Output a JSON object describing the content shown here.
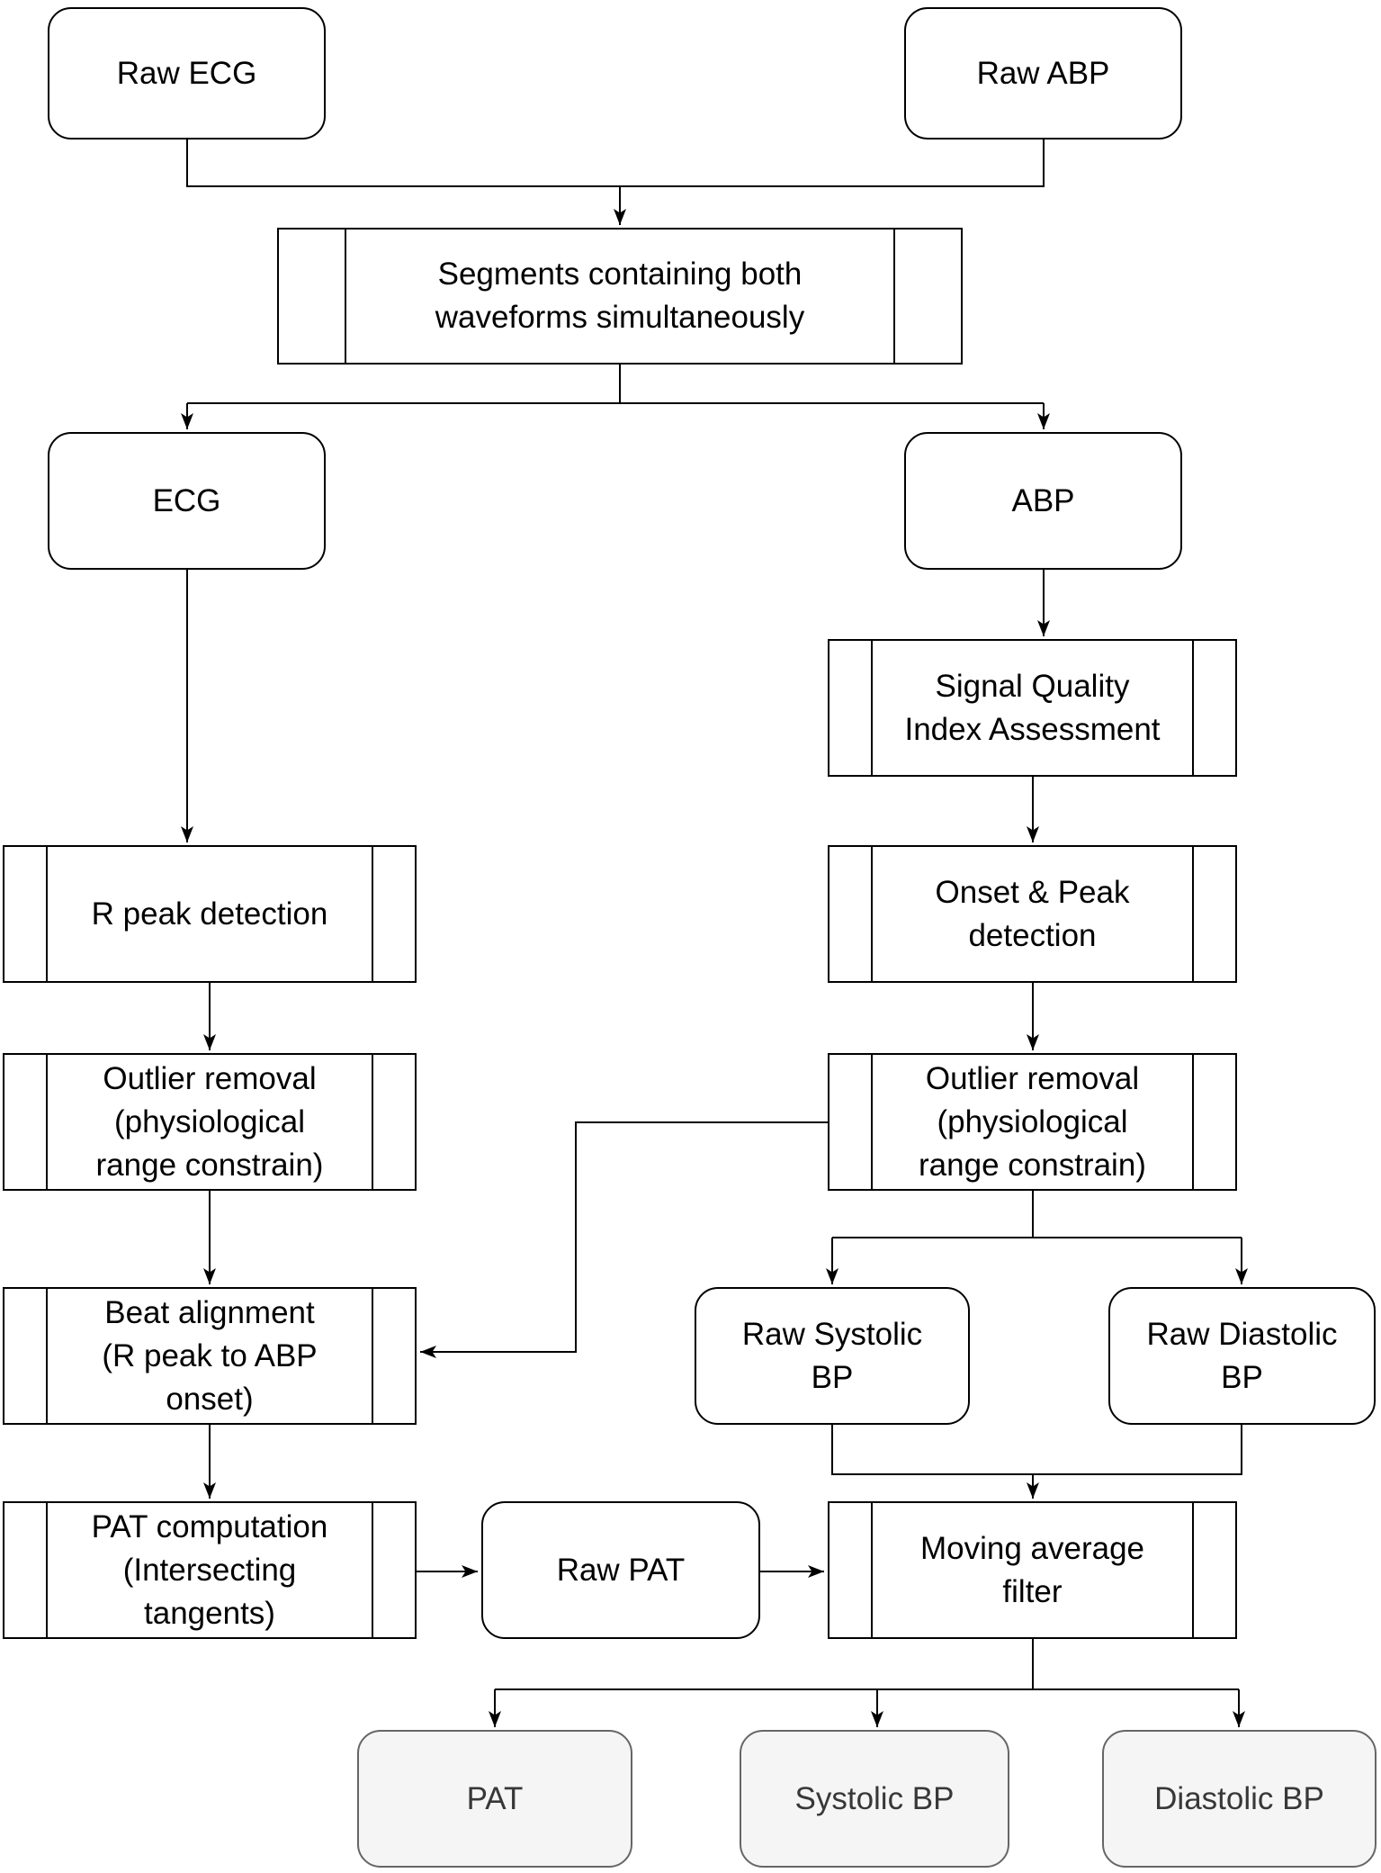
{
  "diagram": {
    "type": "flowchart",
    "colors": {
      "line": "#000000",
      "process_fill": "#ffffff",
      "process_border": "#000000",
      "terminal_fill": "#f5f5f5",
      "terminal_border": "#666666",
      "terminal_text": "#383838"
    },
    "nodes": [
      {
        "id": "raw-ecg",
        "shape": "rounded",
        "label": "Raw ECG"
      },
      {
        "id": "raw-abp",
        "shape": "rounded",
        "label": "Raw ABP"
      },
      {
        "id": "segments",
        "shape": "process",
        "label": "Segments containing both\nwaveforms simultaneously"
      },
      {
        "id": "ecg",
        "shape": "rounded",
        "label": "ECG"
      },
      {
        "id": "abp",
        "shape": "rounded",
        "label": "ABP"
      },
      {
        "id": "sqi",
        "shape": "process",
        "label": "Signal Quality\nIndex Assessment"
      },
      {
        "id": "r-peak",
        "shape": "process",
        "label": "R peak detection"
      },
      {
        "id": "onset-peak",
        "shape": "process",
        "label": "Onset & Peak\ndetection"
      },
      {
        "id": "outlier-ecg",
        "shape": "process",
        "label": "Outlier removal\n(physiological\nrange constrain)"
      },
      {
        "id": "outlier-abp",
        "shape": "process",
        "label": "Outlier removal\n(physiological\nrange constrain)"
      },
      {
        "id": "beat-alignment",
        "shape": "process",
        "label": "Beat alignment\n(R peak to ABP\nonset)"
      },
      {
        "id": "raw-systolic",
        "shape": "rounded",
        "label": "Raw Systolic\nBP"
      },
      {
        "id": "raw-diastolic",
        "shape": "rounded",
        "label": "Raw Diastolic\nBP"
      },
      {
        "id": "pat-computation",
        "shape": "process",
        "label": "PAT computation\n(Intersecting\ntangents)"
      },
      {
        "id": "raw-pat",
        "shape": "rounded",
        "label": "Raw PAT"
      },
      {
        "id": "moving-average",
        "shape": "process",
        "label": "Moving average\nfilter"
      },
      {
        "id": "out-pat",
        "shape": "terminal",
        "label": "PAT"
      },
      {
        "id": "out-systolic",
        "shape": "terminal",
        "label": "Systolic BP"
      },
      {
        "id": "out-diastolic",
        "shape": "terminal",
        "label": "Diastolic BP"
      }
    ],
    "edges": [
      {
        "from": "raw-ecg",
        "to": "segments"
      },
      {
        "from": "raw-abp",
        "to": "segments"
      },
      {
        "from": "segments",
        "to": "ecg"
      },
      {
        "from": "segments",
        "to": "abp"
      },
      {
        "from": "ecg",
        "to": "r-peak"
      },
      {
        "from": "abp",
        "to": "sqi"
      },
      {
        "from": "sqi",
        "to": "onset-peak"
      },
      {
        "from": "r-peak",
        "to": "outlier-ecg"
      },
      {
        "from": "onset-peak",
        "to": "outlier-abp"
      },
      {
        "from": "outlier-ecg",
        "to": "beat-alignment"
      },
      {
        "from": "outlier-abp",
        "to": "beat-alignment"
      },
      {
        "from": "outlier-abp",
        "to": "raw-systolic"
      },
      {
        "from": "outlier-abp",
        "to": "raw-diastolic"
      },
      {
        "from": "beat-alignment",
        "to": "pat-computation"
      },
      {
        "from": "pat-computation",
        "to": "raw-pat"
      },
      {
        "from": "raw-pat",
        "to": "moving-average"
      },
      {
        "from": "raw-systolic",
        "to": "moving-average"
      },
      {
        "from": "raw-diastolic",
        "to": "moving-average"
      },
      {
        "from": "moving-average",
        "to": "out-pat"
      },
      {
        "from": "moving-average",
        "to": "out-systolic"
      },
      {
        "from": "moving-average",
        "to": "out-diastolic"
      }
    ]
  }
}
